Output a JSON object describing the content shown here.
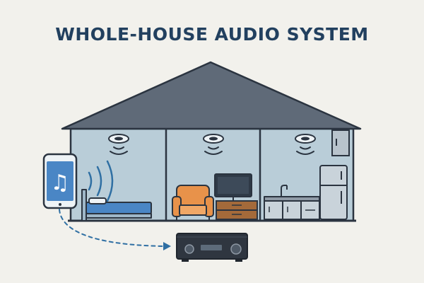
{
  "title": "WHOLE-HOUSE AUDIO SYSTEM",
  "colors": {
    "background": "#f2f1ec",
    "title": "#22405f",
    "roof": "#5f6a78",
    "wall": "#b9cdd8",
    "outline": "#2b3440",
    "armchair": "#e8924a",
    "accent_blue": "#4a86c5",
    "connector": "#2f6fa3"
  },
  "rooms": [
    {
      "name": "bedroom",
      "icons": [
        "ceiling-speaker-icon",
        "bed-icon"
      ]
    },
    {
      "name": "living-room",
      "icons": [
        "ceiling-speaker-icon",
        "armchair-icon",
        "television-icon",
        "tv-stand-icon"
      ]
    },
    {
      "name": "kitchen",
      "icons": [
        "ceiling-speaker-icon",
        "kitchen-counter-icon",
        "refrigerator-icon",
        "cabinet-icon"
      ]
    }
  ],
  "source_device": {
    "icon": "smartphone-music-icon",
    "glyph": "♫"
  },
  "receiver": {
    "icon": "av-receiver-icon"
  }
}
